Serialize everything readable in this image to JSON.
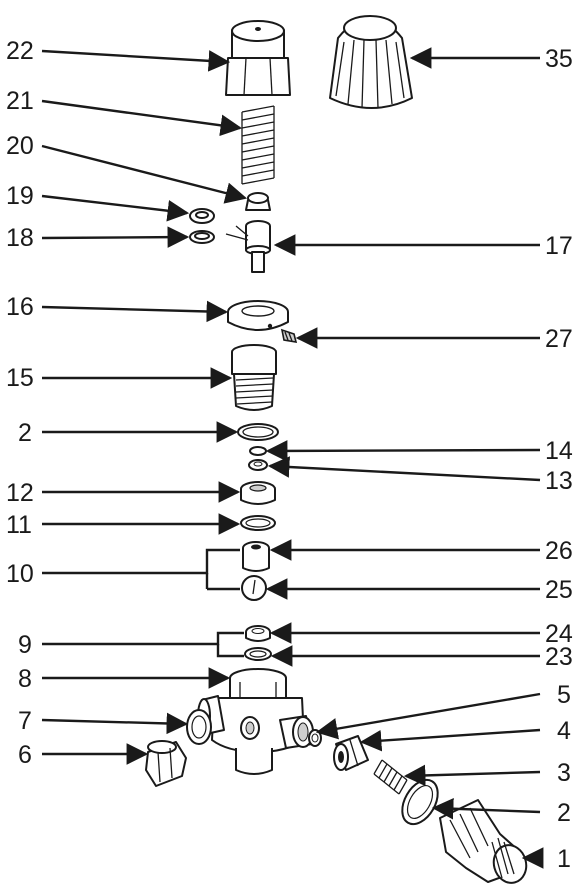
{
  "diagram": {
    "callouts": {
      "c22": "22",
      "c35": "35",
      "c21": "21",
      "c20": "20",
      "c19": "19",
      "c18": "18",
      "c17": "17",
      "c16": "16",
      "c27": "27",
      "c15": "15",
      "c2a": "2",
      "c14": "14",
      "c13": "13",
      "c12": "12",
      "c11": "11",
      "c26": "26",
      "c10": "10",
      "c25": "25",
      "c24": "24",
      "c9": "9",
      "c23": "23",
      "c8": "8",
      "c5": "5",
      "c7": "7",
      "c4": "4",
      "c6": "6",
      "c3": "3",
      "c2b": "2",
      "c1": "1"
    }
  }
}
